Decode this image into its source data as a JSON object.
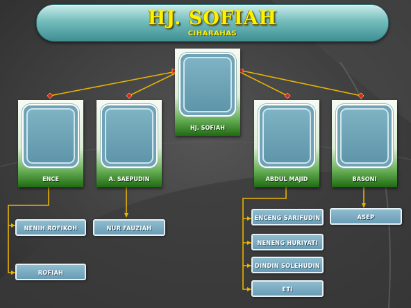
{
  "header": {
    "title": "HJ. SOFIAH",
    "subtitle": "CIHARAHAS"
  },
  "root": {
    "name": "HJ. SOFIAH"
  },
  "children": [
    {
      "name": "ENCE",
      "descendants": [
        "NENIH ROFIKOH",
        "ROFIAH"
      ]
    },
    {
      "name": "A. SAEPUDIN",
      "descendants": [
        "NUR FAUZIAH"
      ]
    },
    {
      "name": "ABDUL MAJID",
      "descendants": [
        "ENCENG SARIFUDIN",
        "NENENG HURIYATI",
        "DINDIN SOLEHUDIN",
        "ETI"
      ]
    },
    {
      "name": "BASONI",
      "descendants": [
        "ASEP"
      ]
    }
  ],
  "colors": {
    "connector": "#e8b400",
    "card_green": "#1f6a12",
    "box_blue": "#6a9cb5",
    "title_yellow": "#fff200",
    "arrow_red": "#e0201a"
  }
}
